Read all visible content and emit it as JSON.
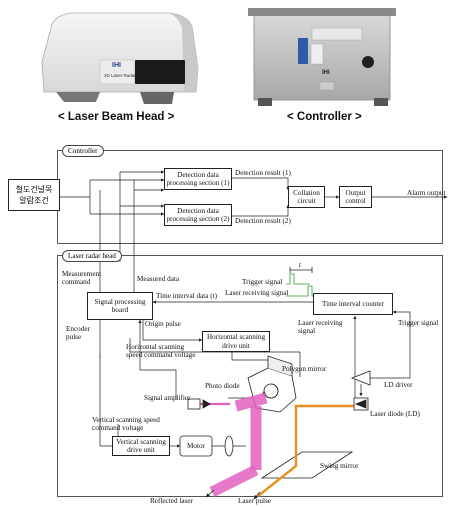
{
  "header": {
    "laser_head_caption": "< Laser Beam Head >",
    "controller_caption": "< Controller >",
    "laser_head_brand": "IHI",
    "laser_head_model": "3D Laser Radar",
    "controller_brand": "IHI"
  },
  "controller": {
    "frame_label": "Controller",
    "korean_box": "철도건널목\n알람조건",
    "detection1": "Detection data\nprocessing section (1)",
    "detection2": "Detection data\nprocessing section (2)",
    "result1": "Detection result (1)",
    "result2": "Detection result (2)",
    "collation": "Collation\ncircuit",
    "output": "Output\ncontrol",
    "alarm": "Alarm output"
  },
  "head": {
    "frame_label": "Laser radar head",
    "measurement_command": "Measurement\ncommand",
    "measured_data": "Measured data",
    "trigger_signal_top": "Trigger signal",
    "t_symbol": "t",
    "laser_receiving_top": "Laser receiving signal",
    "signal_processing": "Signal processing\nboard",
    "time_interval_data": "Time interval data (t)",
    "time_interval_counter": "Time interval counter",
    "encoder_pulse": "Encoder\npulse",
    "origin_pulse": "Origin pulse",
    "horizontal_voltage": "Horizontal scanning\nspeed command voltage",
    "horizontal_drive": "Horizontal scanning\ndrive unit",
    "laser_receiving_signal": "Laser receiving\nsignal",
    "trigger_signal": "Trigger signal",
    "polygon_mirror": "Polygon mirror",
    "photo_diode": "Photo diode",
    "signal_amplifier": "Signal amplifier",
    "ld_driver": "LD driver",
    "laser_diode": "Laser diode (LD)",
    "vertical_voltage": "Vertical scanning speed\ncommand voltage",
    "vertical_drive": "Vertical scanning\ndrive unit",
    "motor": "Motor",
    "swing_mirror": "Swing mirror",
    "reflected_laser": "Reflected laser",
    "laser_pulse": "Laser pulse"
  },
  "colors": {
    "reflected_beam": "#e060c0",
    "pulse_beam": "#e89020",
    "trigger_wave": "#2a9a3a"
  }
}
